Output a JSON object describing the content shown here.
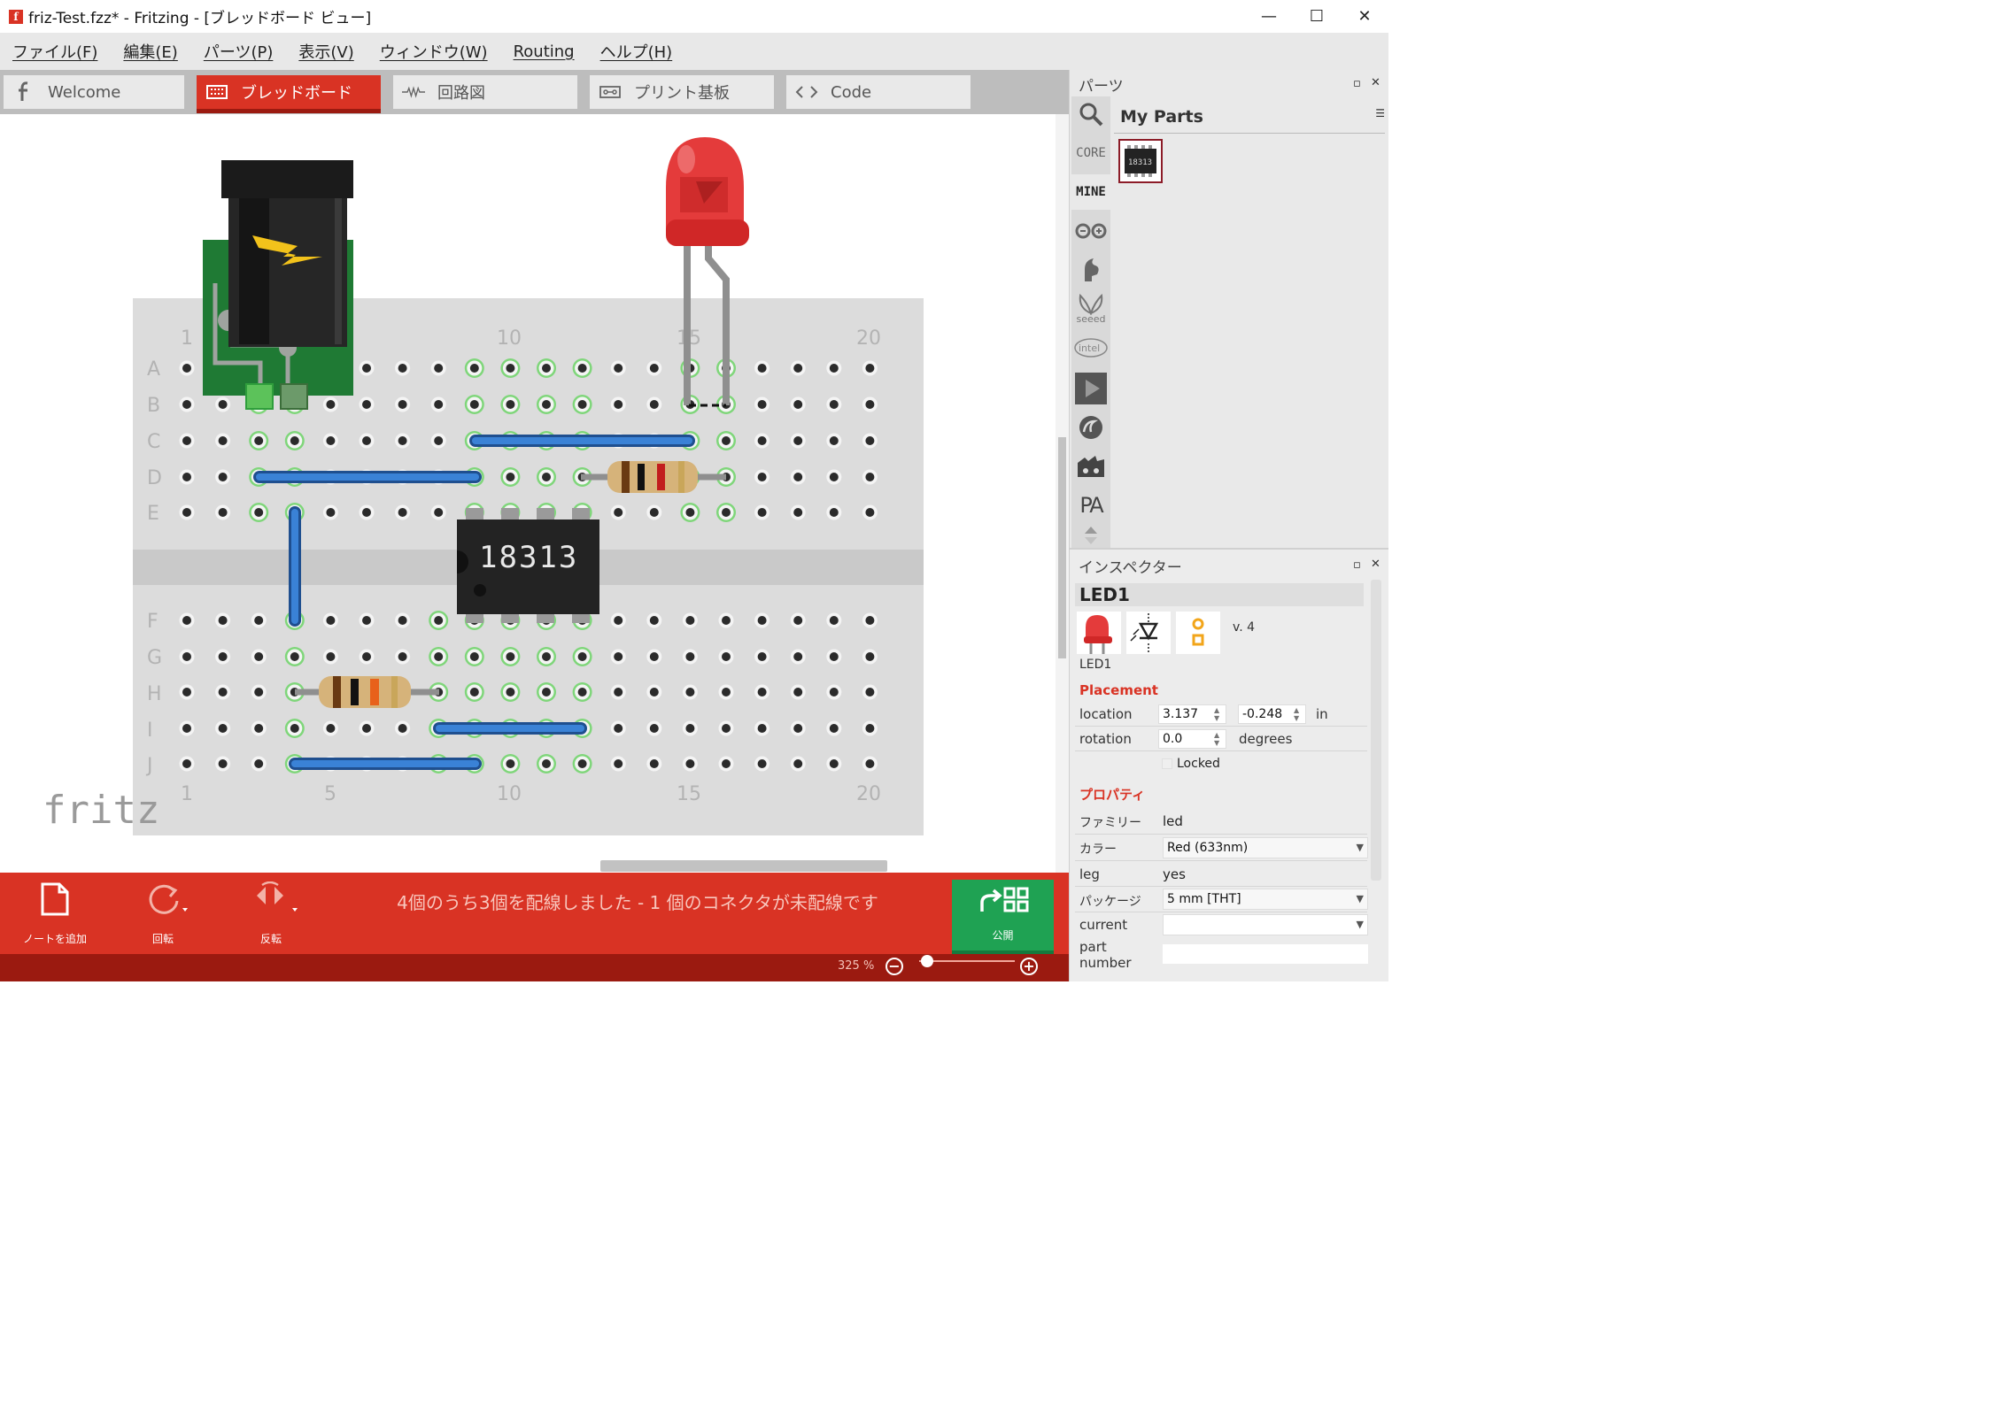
{
  "window": {
    "title": "friz-Test.fzz* - Fritzing - [ブレッドボード ビュー]",
    "minimize": "—",
    "maximize": "☐",
    "close": "✕"
  },
  "menu": [
    "ファイル(F)",
    "編集(E)",
    "パーツ(P)",
    "表示(V)",
    "ウィンドウ(W)",
    "Routing",
    "ヘルプ(H)"
  ],
  "tabs": [
    {
      "label": "Welcome",
      "icon": "fritzing-f-icon",
      "active": false
    },
    {
      "label": "ブレッドボード",
      "icon": "breadboard-icon",
      "active": true
    },
    {
      "label": "回路図",
      "icon": "schematic-icon",
      "active": false
    },
    {
      "label": "プリント基板",
      "icon": "pcb-icon",
      "active": false
    },
    {
      "label": "Code",
      "icon": "code-icon",
      "active": false
    }
  ],
  "breadboard": {
    "row_labels_top": [
      "A",
      "B",
      "C",
      "D",
      "E"
    ],
    "row_labels_bottom": [
      "F",
      "G",
      "H",
      "I",
      "J"
    ],
    "col_labels_top": [
      "1",
      "10",
      "15",
      "20"
    ],
    "col_labels_bottom": [
      "1",
      "5",
      "10",
      "15",
      "20"
    ],
    "ic_label": "18313",
    "watermark": "fritz"
  },
  "bottom_bar": {
    "add_note": "ノートを追加",
    "rotate": "回転",
    "flip": "反転",
    "status": "4個のうち3個を配線しました - 1 個のコネクタが未配線です",
    "share": "公開"
  },
  "zoom": {
    "level": "325 %",
    "minus": "−",
    "plus": "+",
    "value": 0.04
  },
  "parts_pane": {
    "title": "パーツ",
    "float": "▫",
    "close": "✕",
    "bin_name": "My Parts",
    "bin_menu": "☰",
    "bins": [
      "search",
      "CORE",
      "MINE",
      "arduino",
      "sparkfun",
      "seeed",
      "intel",
      "playground",
      "snootlab",
      "microbit",
      "PA"
    ],
    "core_label": "CORE",
    "mine_label": "MINE",
    "seeed_label": "seeed",
    "intel_label": "intel",
    "pa_label": "PA",
    "part_chip_label": "18313"
  },
  "inspector": {
    "title": "インスペクター",
    "float": "▫",
    "close": "✕",
    "part_title": "LED1",
    "version": "v. 4",
    "part_name": "LED1",
    "placement_heading": "Placement",
    "location_label": "location",
    "location_x": "3.137",
    "location_y": "-0.248",
    "location_unit": "in",
    "rotation_label": "rotation",
    "rotation_value": "0.0",
    "rotation_unit": "degrees",
    "locked_label": "Locked",
    "properties_heading": "プロパティ",
    "family_label": "ファミリー",
    "family_value": "led",
    "color_label": "カラー",
    "color_value": "Red (633nm)",
    "leg_label": "leg",
    "leg_value": "yes",
    "package_label": "パッケージ",
    "package_value": "5 mm [THT]",
    "current_label": "current",
    "current_value": "",
    "partnumber_label": "part\nnumber",
    "partnumber_value": ""
  },
  "colors": {
    "accent": "#d93324",
    "accent_dark": "#9b1a10",
    "share_green": "#1fa253",
    "wire_blue": "#2f73c9",
    "highlight_green": "#7fd67a"
  }
}
